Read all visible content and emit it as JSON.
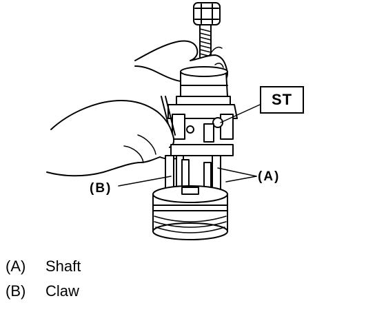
{
  "diagram": {
    "tool_label": "ST",
    "callouts": {
      "a": "(A)",
      "b": "(B)"
    }
  },
  "legend": [
    {
      "key": "(A)",
      "text": "Shaft"
    },
    {
      "key": "(B)",
      "text": "Claw"
    }
  ]
}
